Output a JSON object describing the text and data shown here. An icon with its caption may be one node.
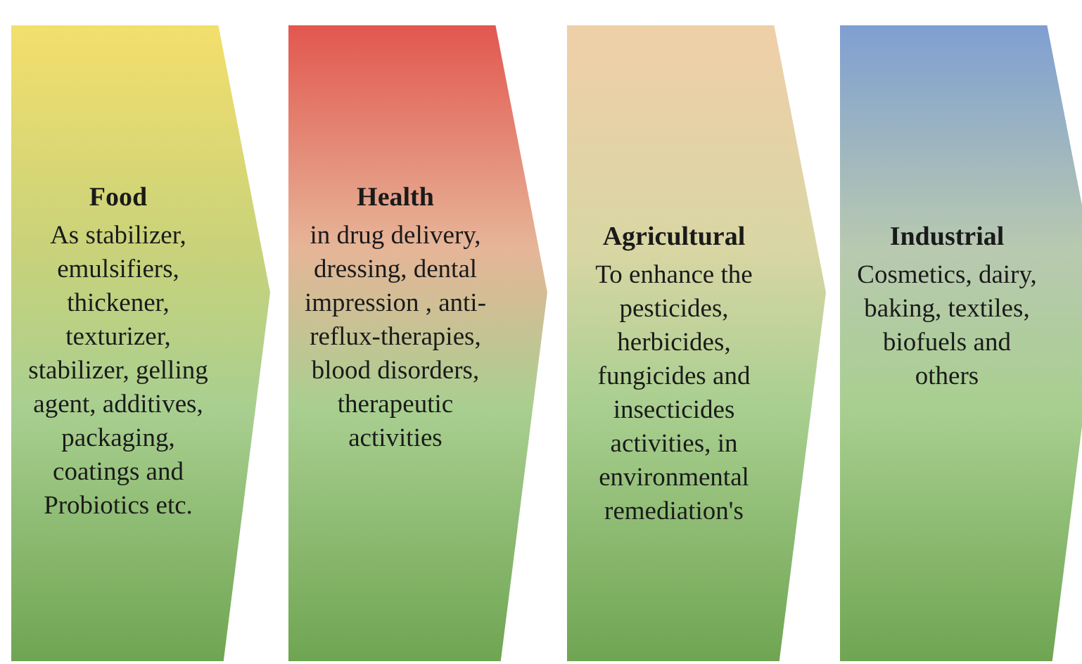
{
  "diagram": {
    "nodes": [
      {
        "text": [
          "Food",
          "As stabilizer, emulsifiers, thickener, texturizer, stabilizer, gelling agent, additives, packaging, coatings and Probiotics etc."
        ]
      },
      {
        "text": [
          "Health",
          "in drug delivery, dressing, dental impression , anti-reflux-therapies, blood disorders, therapeutic activities"
        ]
      },
      {
        "text": [
          "Agricultural",
          "To enhance the pesticides, herbicides, fungicides and insecticides activities, in environmental remediation's"
        ]
      },
      {
        "text": [
          "Industrial",
          "Cosmetics, dairy, baking, textiles, biofuels and others"
        ]
      }
    ]
  }
}
